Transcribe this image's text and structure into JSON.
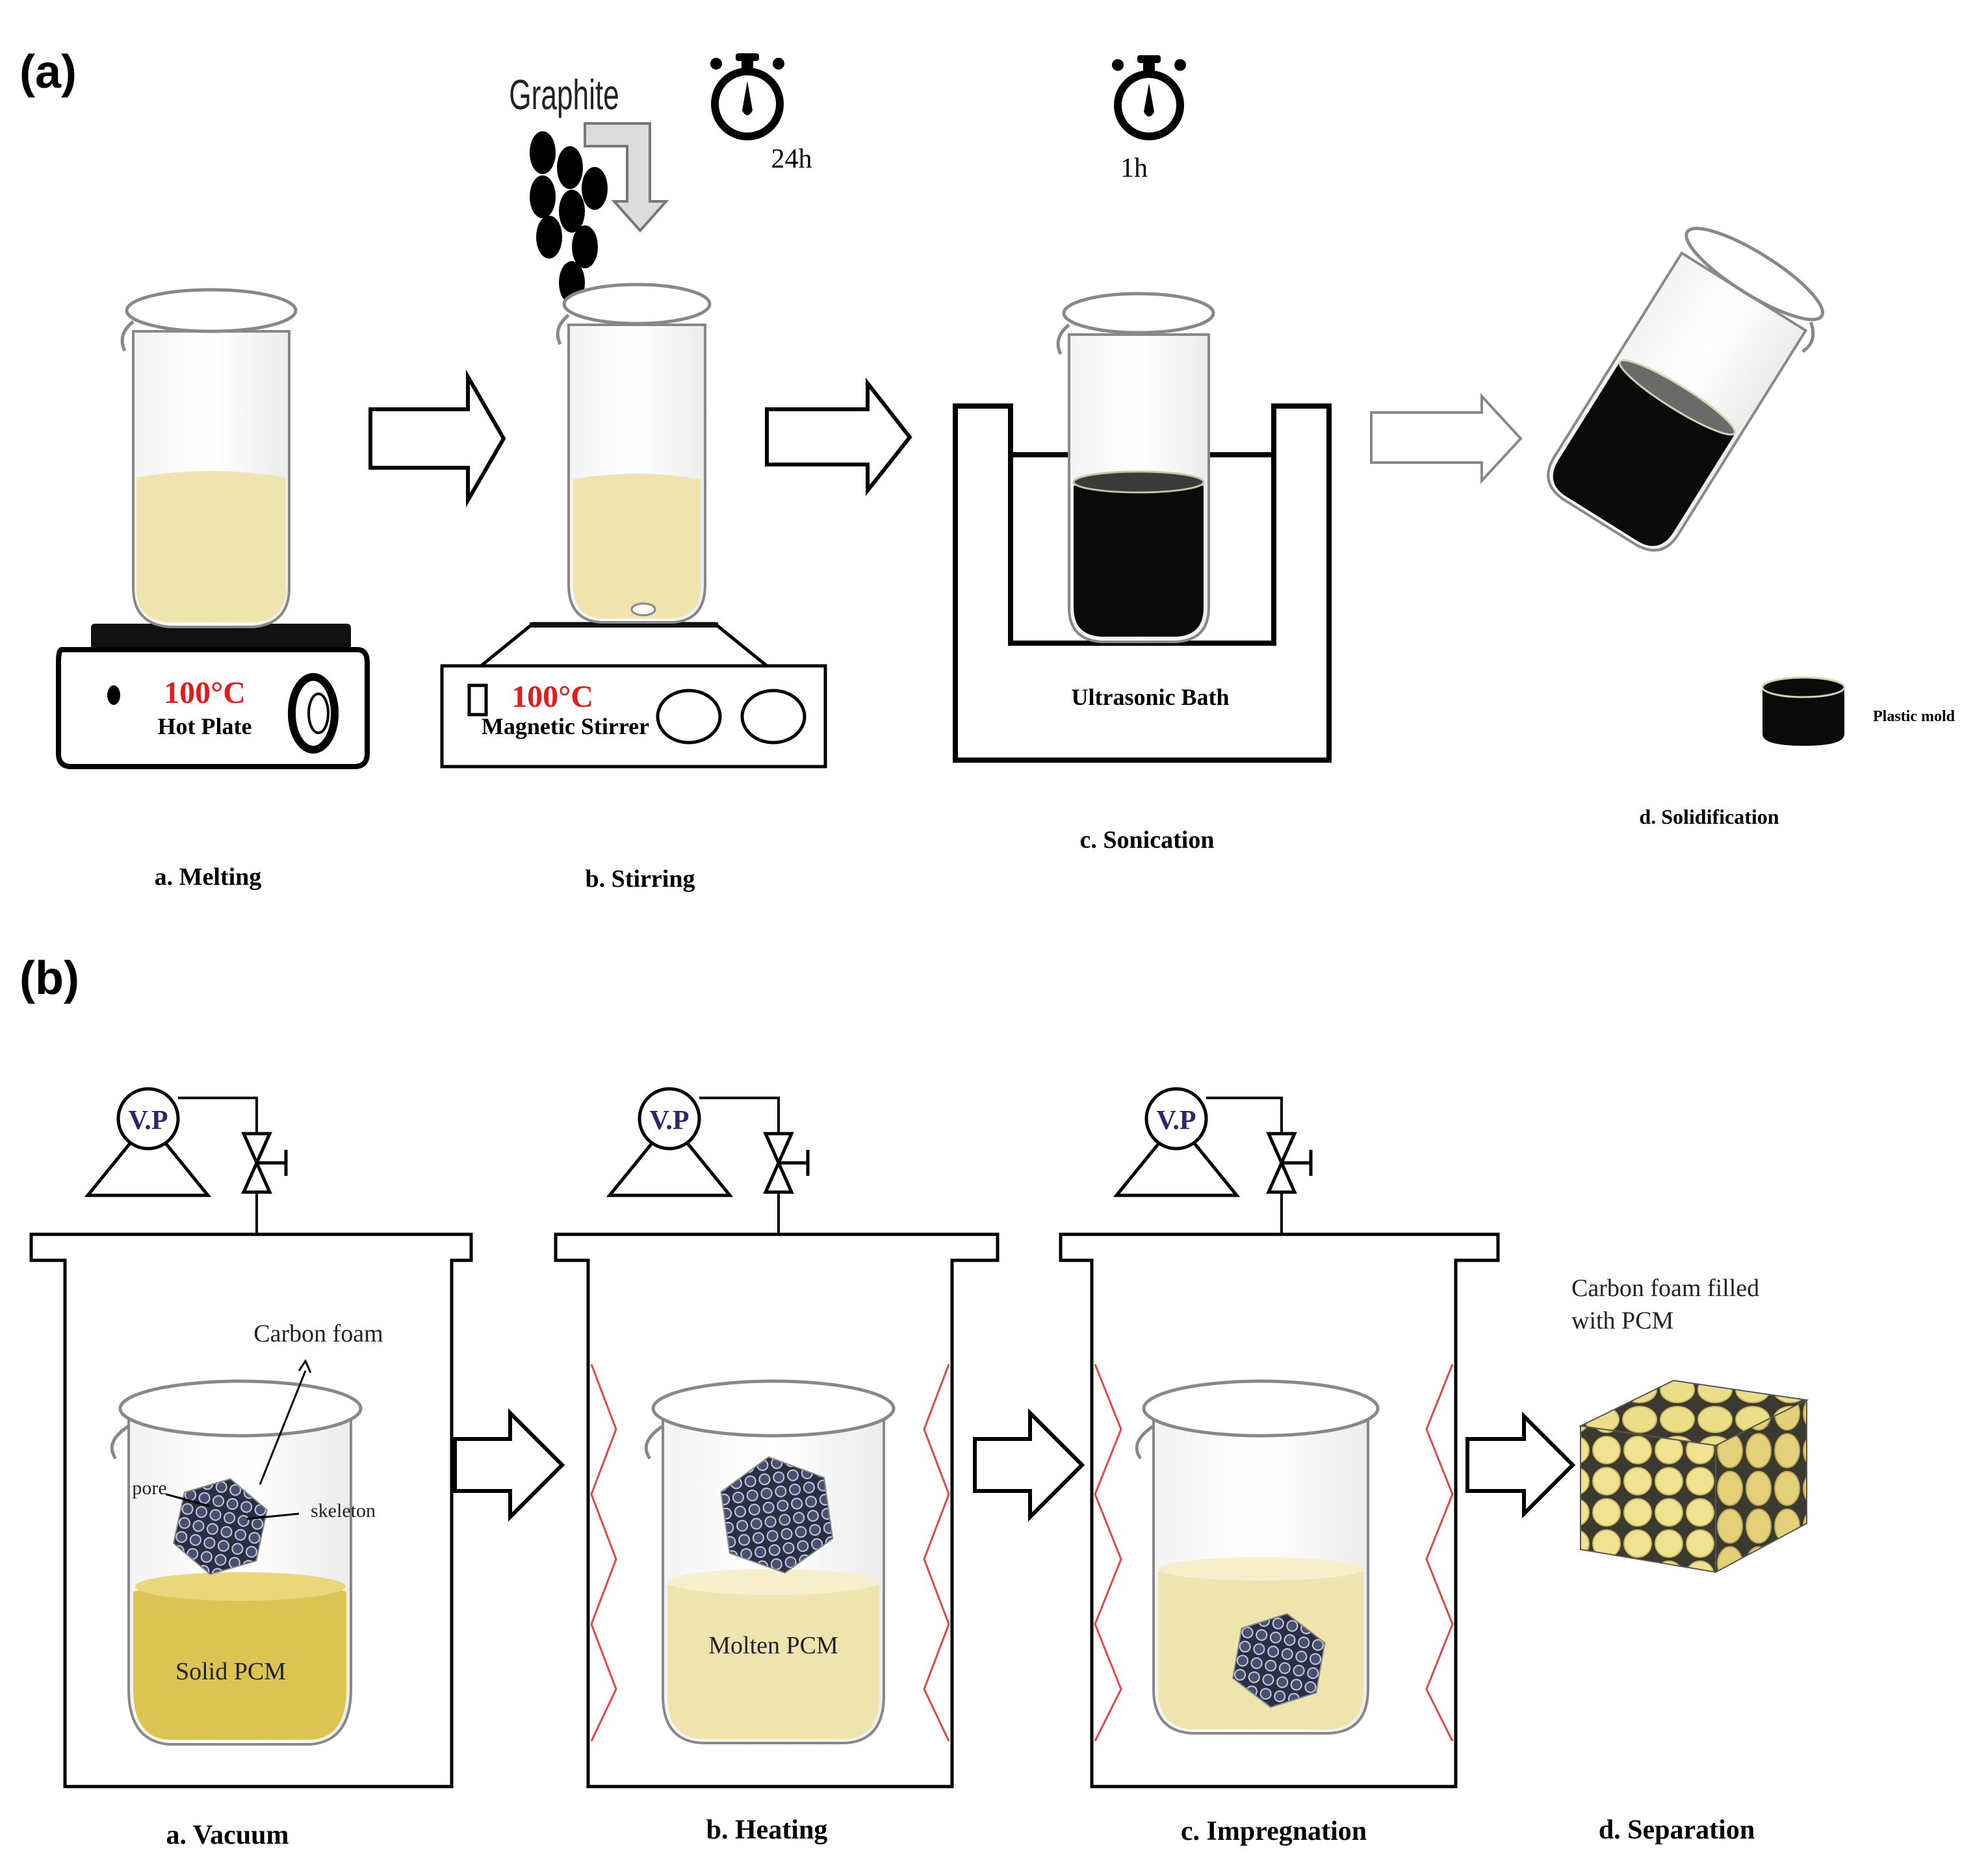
{
  "panel_a": {
    "label": "(a)",
    "graphite_label": "Graphite",
    "timer_24h": "24h",
    "timer_1h": "1h",
    "temp_hot_plate": "100°C",
    "hot_plate_label": "Hot Plate",
    "temp_stirrer": "100°C",
    "stirrer_label": "Magnetic Stirrer",
    "bath_label": "Ultrasonic Bath",
    "mold_label": "Plastic mold",
    "steps": [
      "a. Melting",
      "b. Stirring",
      "c. Sonication",
      "d. Solidification"
    ]
  },
  "panel_b": {
    "label": "(b)",
    "pump_label": "V.P",
    "carbon_foam_label": "Carbon foam",
    "pore_label": "pore",
    "skeleton_label": "skeleton",
    "solid_pcm_label": "Solid PCM",
    "molten_pcm_label": "Molten PCM",
    "result_label_line1": "Carbon foam filled",
    "result_label_line2": "with PCM",
    "steps": [
      "a. Vacuum",
      "b. Heating",
      "c. Impregnation",
      "d. Separation"
    ]
  },
  "colors": {
    "pcm_light": "#efe3ae",
    "pcm_solid": "#dcc452",
    "temperature_red": "#e31b1b",
    "foam_dark": "#2b2f45",
    "heater_zigzag": "#e04848"
  }
}
